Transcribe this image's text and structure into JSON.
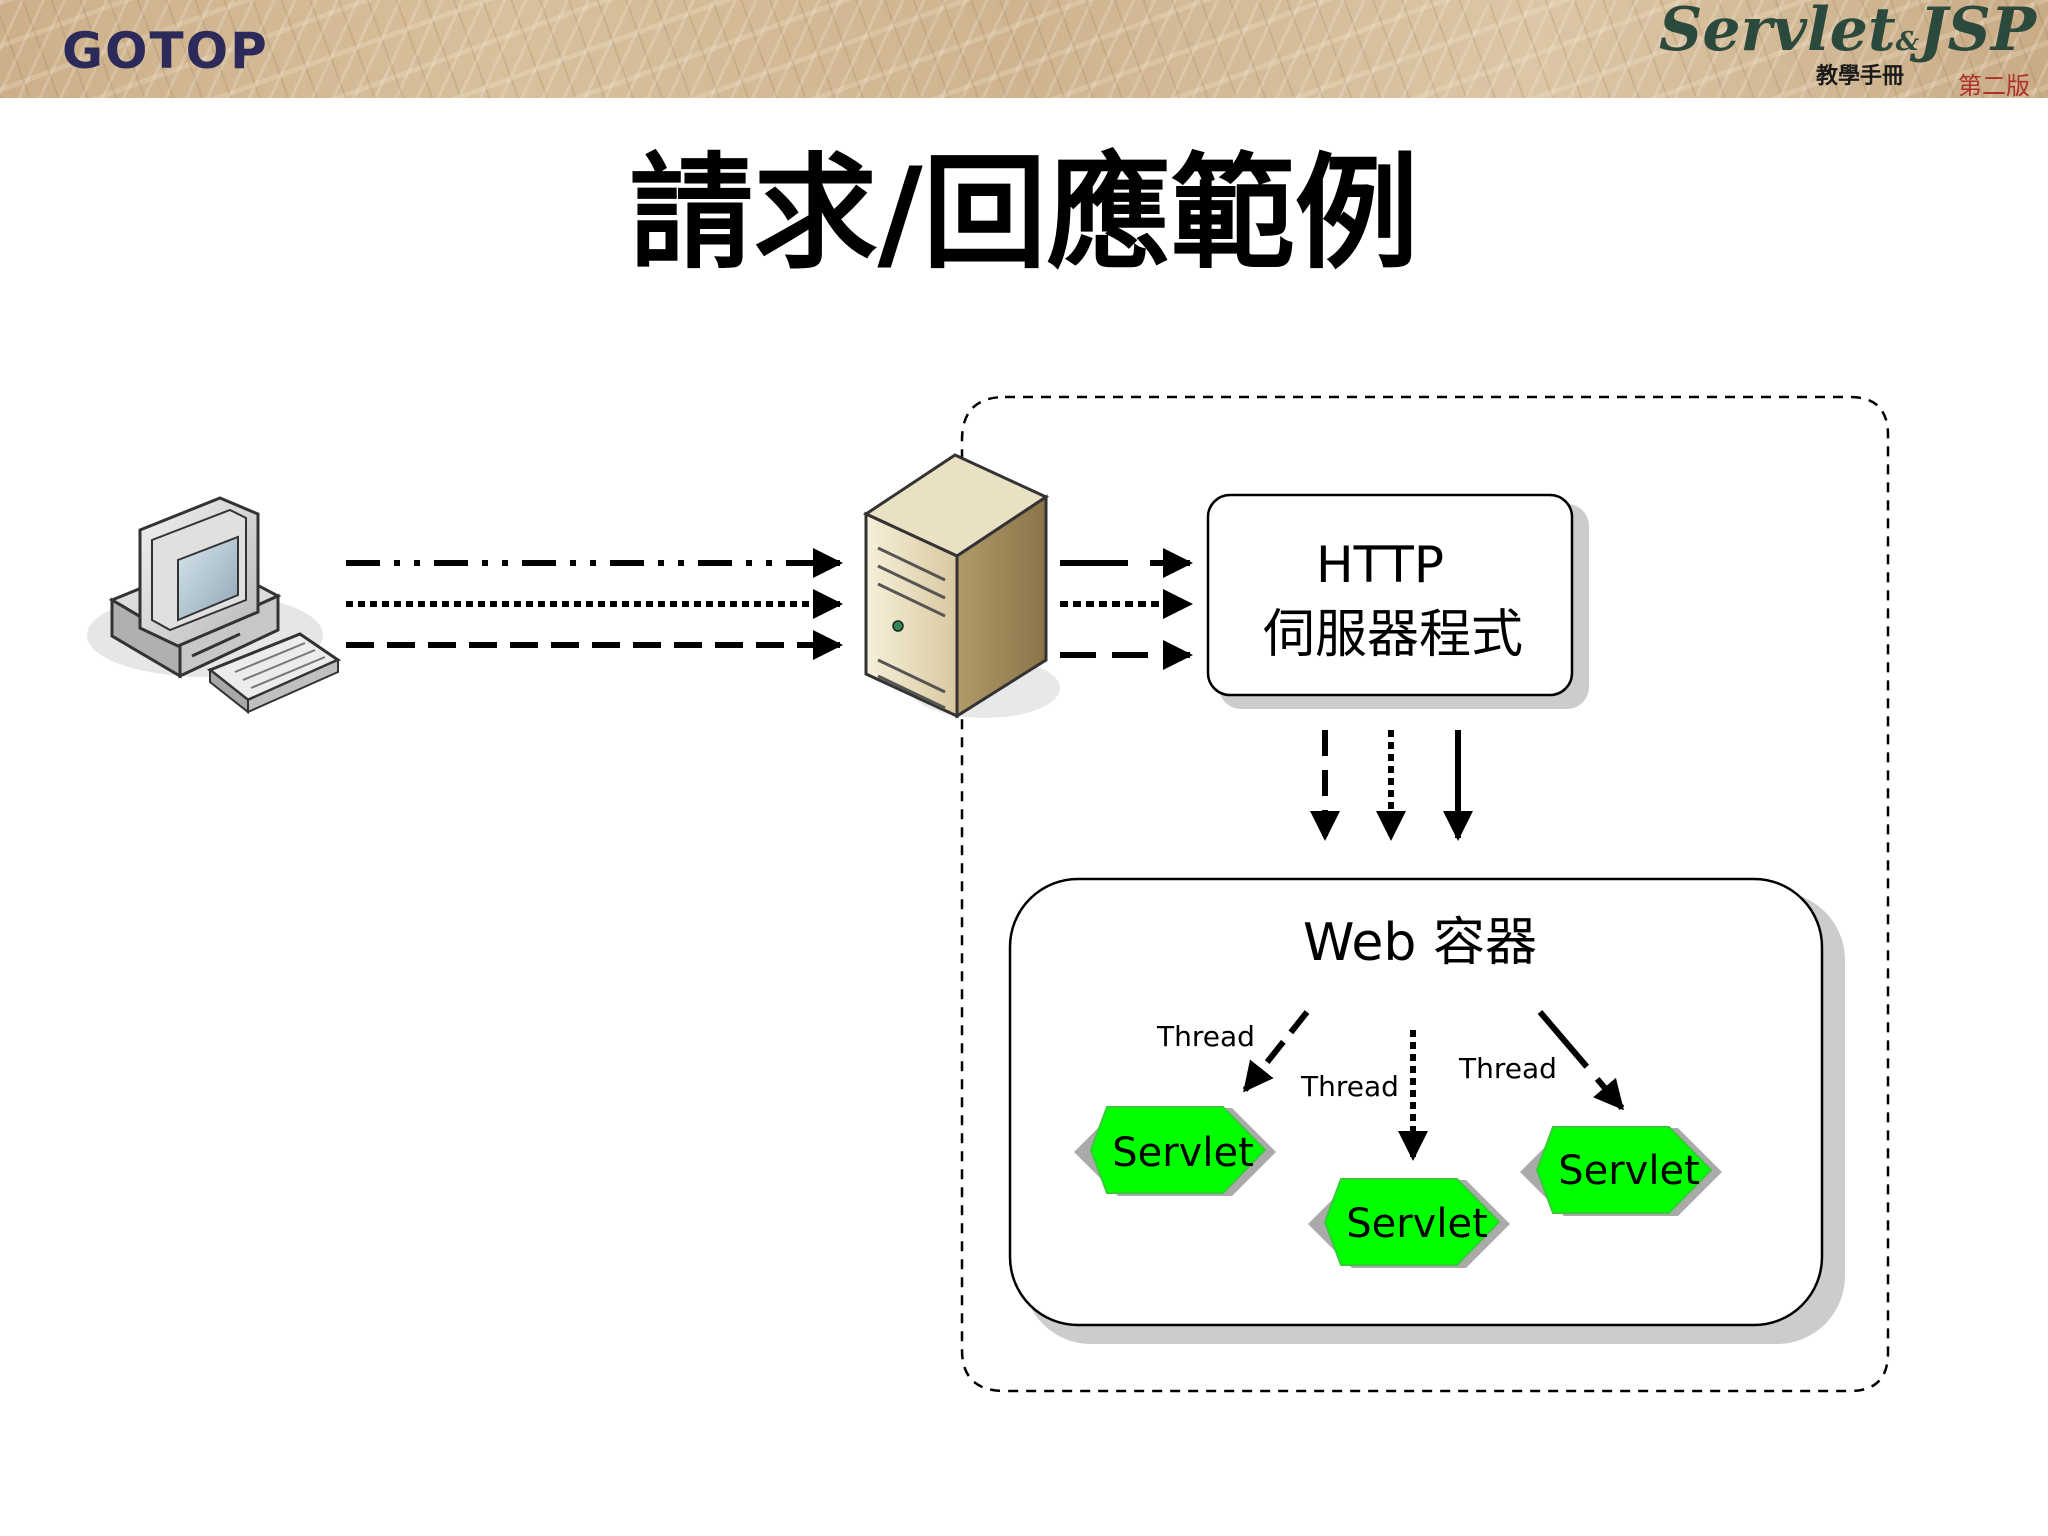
{
  "header": {
    "publisher_logo": "GOTOP",
    "book_logo_main": "Servlet",
    "book_logo_amp": "&",
    "book_logo_main2": "JSP",
    "book_logo_sub": "教學手冊",
    "book_logo_edition": "第二版"
  },
  "slide": {
    "title": "請求/回應範例"
  },
  "diagram": {
    "http_server_label_line1": "HTTP",
    "http_server_label_line2": "伺服器程式",
    "web_container_label": "Web 容器",
    "threads": [
      {
        "label": "Thread"
      },
      {
        "label": "Thread"
      },
      {
        "label": "Thread"
      }
    ],
    "servlets": [
      {
        "label": "Servlet"
      },
      {
        "label": "Servlet"
      },
      {
        "label": "Servlet"
      }
    ],
    "colors": {
      "servlet_fill": "#00ff00",
      "servlet_stroke": "#4caf50",
      "line": "#000000"
    }
  }
}
